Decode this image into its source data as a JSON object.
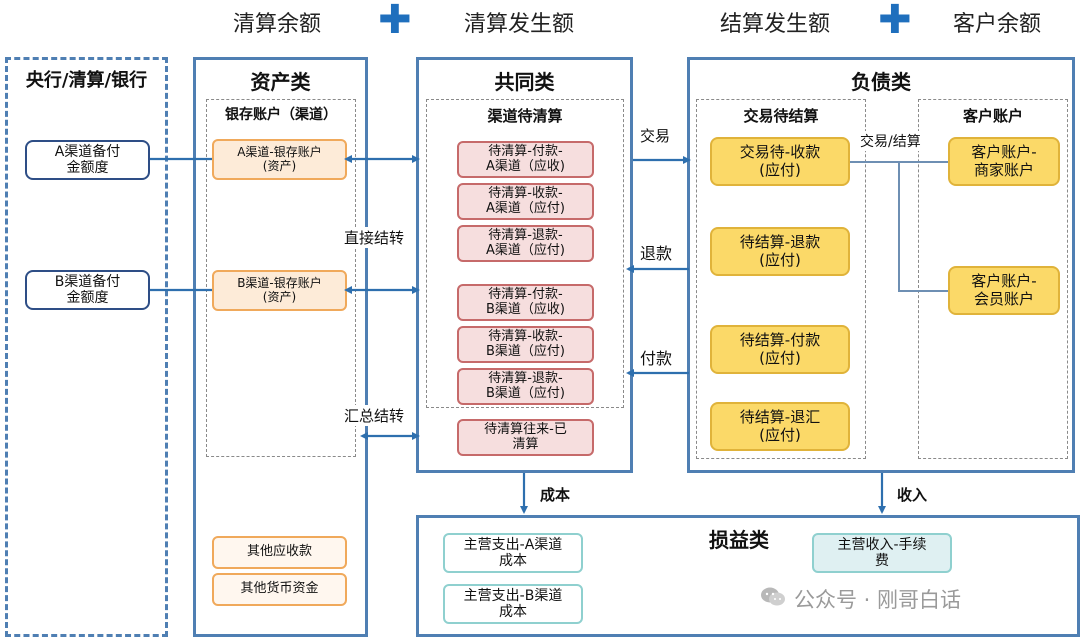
{
  "header": {
    "left_a": "清算余额",
    "plus": "+",
    "left_b": "清算发生额",
    "right_a": "结算发生额",
    "right_b": "客户余额"
  },
  "central_bank": {
    "title": "央行/清算/银行",
    "a_quota": "A渠道备付\n金额度",
    "b_quota": "B渠道备付\n金额度"
  },
  "assets": {
    "title": "资产类",
    "deposit_title": "银存账户（渠道）",
    "a_bank": "A渠道-银存账户\n(资产)",
    "b_bank": "B渠道-银存账户\n(资产)",
    "other_receivable": "其他应收款",
    "other_monetary": "其他货币资金"
  },
  "common": {
    "title": "共同类",
    "pending_title": "渠道待清算",
    "items": [
      "待清算-付款-\nA渠道（应收)",
      "待清算-收款-\nA渠道（应付)",
      "待清算-退款-\nA渠道（应付)",
      "待清算-付款-\nB渠道（应收)",
      "待清算-收款-\nB渠道（应付)",
      "待清算-退款-\nB渠道（应付)"
    ],
    "settled": "待清算往来-已\n清算"
  },
  "liabilities": {
    "title": "负债类",
    "trade_title": "交易待结算",
    "trade_items": [
      "交易待-收款\n(应付)",
      "待结算-退款\n(应付)",
      "待结算-付款\n(应付)",
      "待结算-退汇\n(应付)"
    ],
    "customer_title": "客户账户",
    "customer_items": [
      "客户账户-\n商家账户",
      "客户账户-\n会员账户"
    ]
  },
  "pnl": {
    "title": "损益类",
    "cost_a": "主营支出-A渠道\n成本",
    "cost_b": "主营支出-B渠道\n成本",
    "income": "主营收入-手续\n费"
  },
  "arrows": {
    "direct": "直接结转",
    "summary": "汇总结转",
    "trade": "交易",
    "refund": "退款",
    "payment": "付款",
    "trade_settle": "交易/结算",
    "cost": "成本",
    "income": "收入"
  },
  "watermark": "公众号 · 刚哥白话",
  "colors": {
    "panel_border": "#4f7fb3",
    "arrow": "#2e6fae",
    "yellow_fill": "#fbd968",
    "pink_fill": "#f6dede",
    "orange_fill": "#fdebd8"
  }
}
